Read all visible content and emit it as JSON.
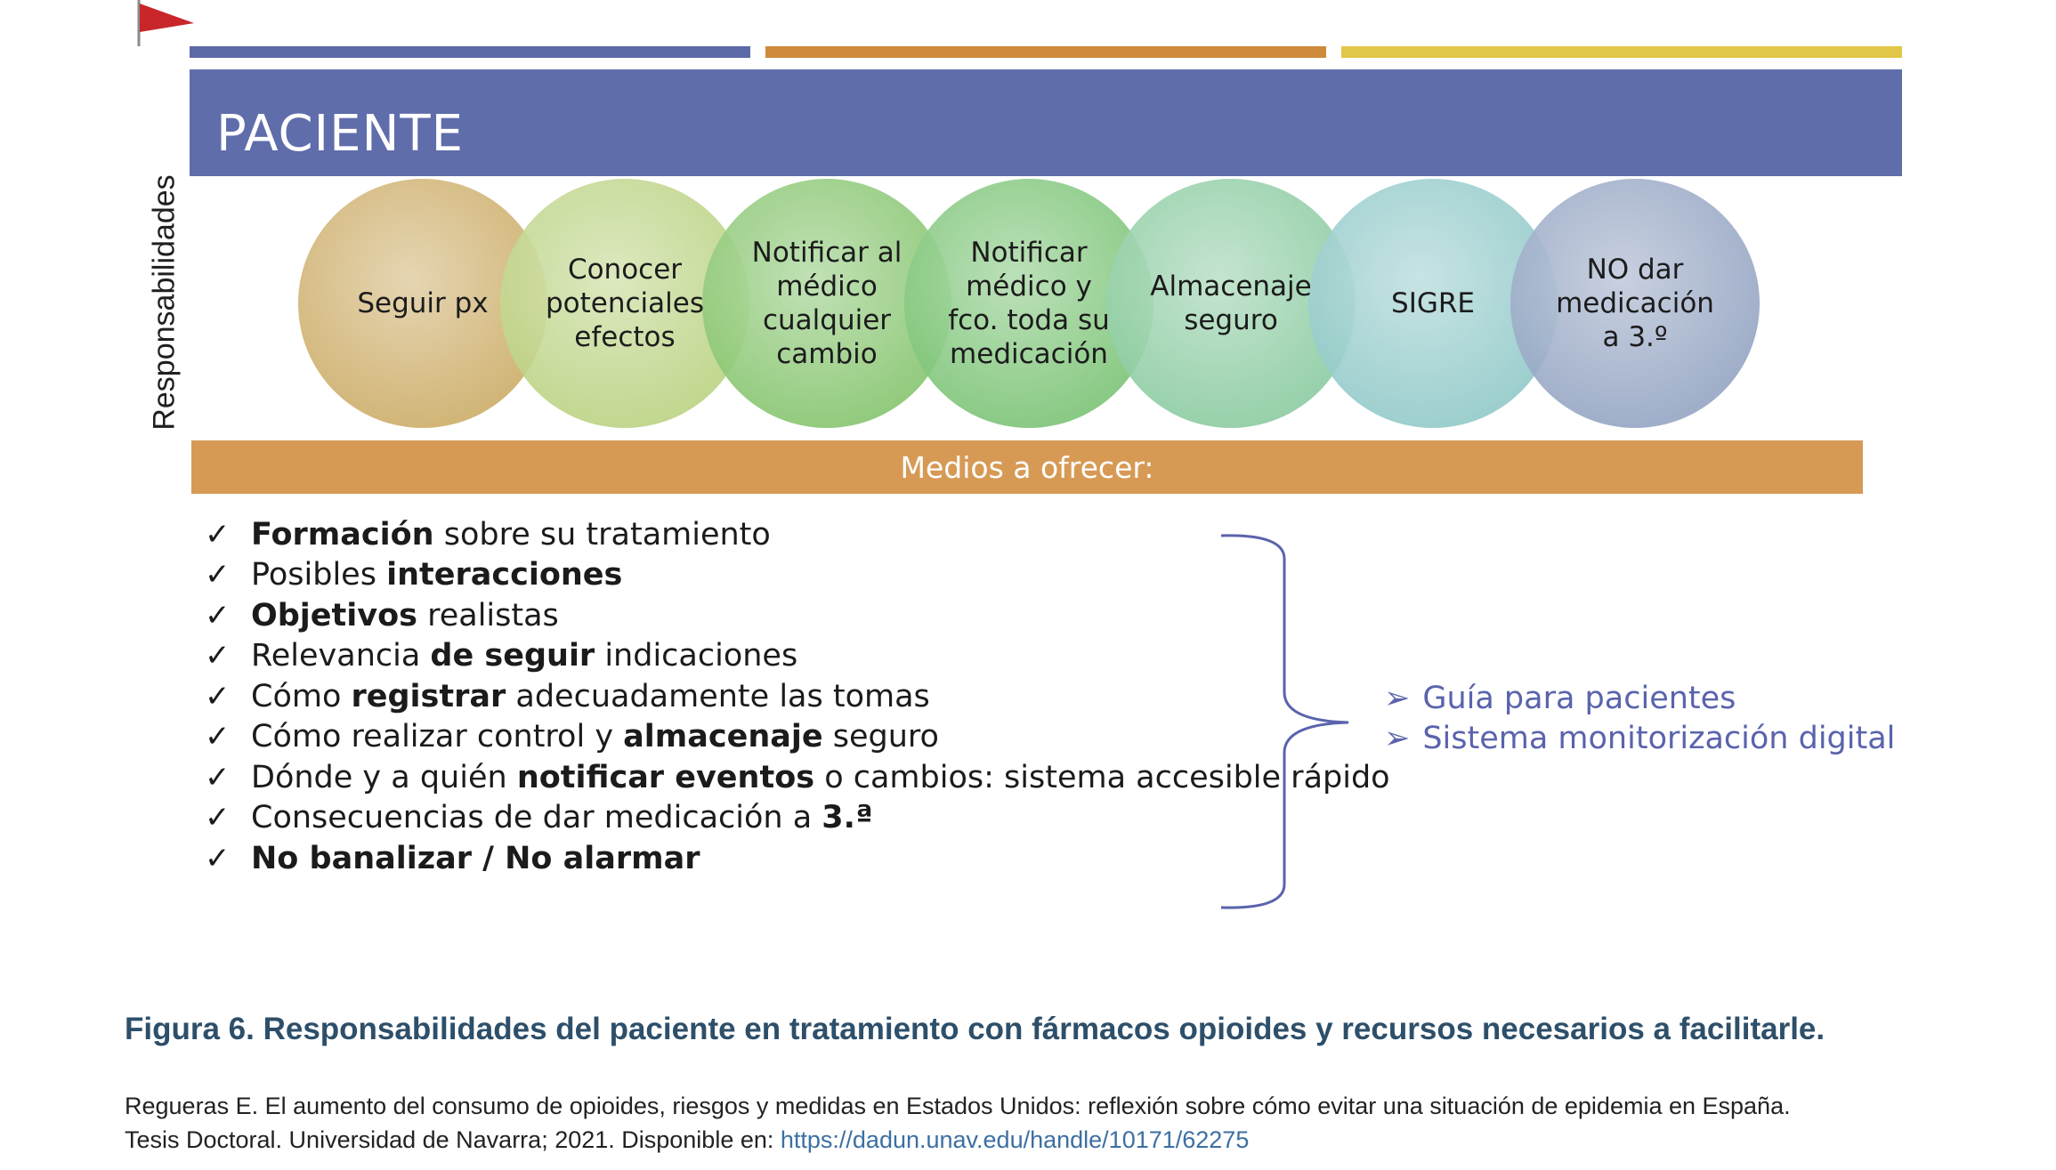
{
  "header": {
    "title": "PACIENTE"
  },
  "side_label": "Responsabilidades",
  "responsibilities": [
    {
      "text": "Seguir px",
      "color": "#c9a860"
    },
    {
      "text": "Conocer\npotenciales\nefectos",
      "color": "#b7d07c"
    },
    {
      "text": "Notificar al\nmédico\ncualquier\ncambio",
      "color": "#7fc266"
    },
    {
      "text": "Notificar\nmédico y\nfco. toda su\nmedicación",
      "color": "#74c06e"
    },
    {
      "text": "Almacenaje\nseguro",
      "color": "#85c89c"
    },
    {
      "text": "SIGRE",
      "color": "#8cc6c6"
    },
    {
      "text": "NO dar\nmedicación\na 3.º",
      "color": "#8e9fbf"
    }
  ],
  "medios": {
    "label": "Medios a ofrecer:"
  },
  "checklist": {
    "mark": "✓",
    "items": [
      {
        "bold": "Formación",
        "rest": " sobre su tratamiento"
      },
      {
        "pre": "Posibles ",
        "bold": "interacciones"
      },
      {
        "bold": "Objetivos",
        "rest": " realistas"
      },
      {
        "pre": "Relevancia ",
        "bold": "de seguir",
        "rest": " indicaciones"
      },
      {
        "pre": "Cómo ",
        "bold": "registrar",
        "rest": " adecuadamente las tomas"
      },
      {
        "pre": "Cómo realizar control y ",
        "bold": "almacenaje",
        "rest": " seguro"
      },
      {
        "pre": "Dónde y a quién ",
        "bold": "notificar eventos",
        "rest": " o cambios: sistema accesible rápido"
      },
      {
        "pre": "Consecuencias de dar medicación a ",
        "bold": "3.ª"
      },
      {
        "bold": "No banalizar / No alarmar"
      }
    ]
  },
  "resources": {
    "arrow": "➢",
    "items": [
      "Guía para pacientes",
      "Sistema monitorización digital"
    ]
  },
  "caption": "Figura 6. Responsabilidades del paciente en tratamiento con fármacos opioides y recursos necesarios a facilitarle.",
  "citation": {
    "line1": "Regueras E. El aumento del consumo de opioides, riesgos y medidas en Estados Unidos: reflexión sobre cómo evitar una situación de epidemia en España.",
    "line2_text": "Tesis Doctoral. Universidad de Navarra; 2021. Disponible en: ",
    "link": "https://dadun.unav.edu/handle/10171/62275"
  },
  "colors": {
    "bar_blue": "#5c6aa8",
    "bar_orange": "#d08a3c",
    "bar_yellow": "#e1c648",
    "header": "#5f6dab",
    "medios": "#d79a55",
    "resources_text": "#5a63ac",
    "caption": "#2d4f6a",
    "link": "#3c6fa3",
    "flag": "#c8262b"
  }
}
